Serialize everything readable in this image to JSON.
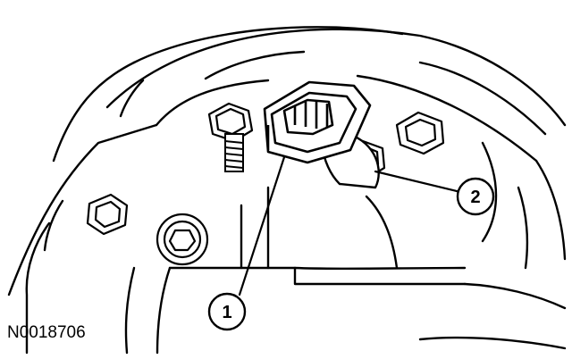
{
  "figure_id": "N0018706",
  "callouts": [
    {
      "label": "1"
    },
    {
      "label": "2"
    }
  ],
  "colors": {
    "ink": "#000000",
    "paper": "#ffffff"
  }
}
